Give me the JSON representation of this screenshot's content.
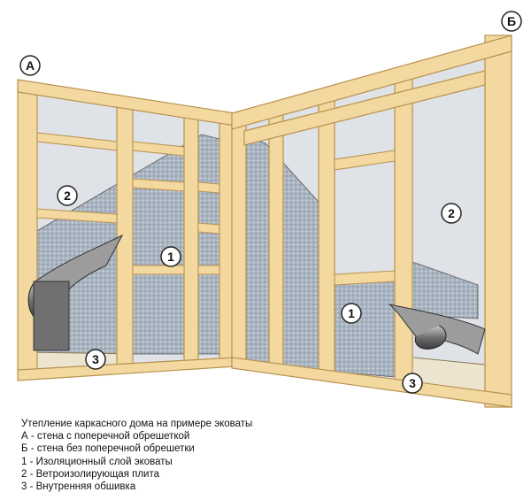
{
  "corner_labels": {
    "wall_a": "А",
    "wall_b": "Б"
  },
  "markers": {
    "insulation": "1",
    "wind_barrier": "2",
    "inner_lining": "3"
  },
  "caption": {
    "title": "Утепление каркасного дома на примере эковаты",
    "items": [
      "А - стена с поперечной обрешеткой",
      "Б - стена без поперечной обрешетки",
      "1 - Изоляционный слой эковаты",
      "2 - Ветроизолирующая плита",
      "3 - Внутренняя обшивка"
    ]
  },
  "colors": {
    "timber": "#f3d9a0",
    "timber_edge": "#b8914f",
    "insulation": "#a9b4c1",
    "barrier": "#dfe2e6",
    "lining": "#ece4cf",
    "roll": "#8e8e8e",
    "outline": "#2b2b2b"
  }
}
